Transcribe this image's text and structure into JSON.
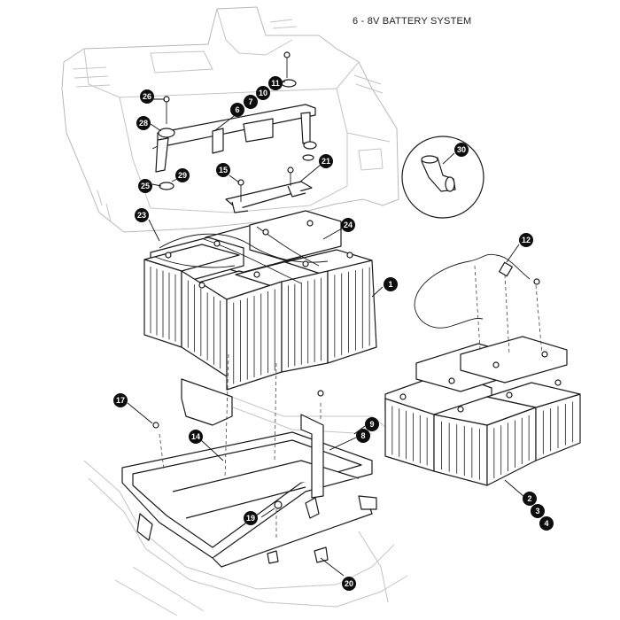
{
  "title": "6 - 8V BATTERY SYSTEM",
  "callouts": [
    {
      "label": "1"
    },
    {
      "label": "2"
    },
    {
      "label": "3"
    },
    {
      "label": "4"
    },
    {
      "label": "6"
    },
    {
      "label": "7"
    },
    {
      "label": "8"
    },
    {
      "label": "9"
    },
    {
      "label": "10"
    },
    {
      "label": "11"
    },
    {
      "label": "12"
    },
    {
      "label": "14"
    },
    {
      "label": "15"
    },
    {
      "label": "17"
    },
    {
      "label": "19"
    },
    {
      "label": "20"
    },
    {
      "label": "21"
    },
    {
      "label": "23"
    },
    {
      "label": "24"
    },
    {
      "label": "25"
    },
    {
      "label": "26"
    },
    {
      "label": "28"
    },
    {
      "label": "29"
    },
    {
      "label": "30"
    }
  ],
  "colors": {
    "callout_fill": "#0d0d0d",
    "line": "#1a1a1a",
    "ghost": "#b8b8b8"
  }
}
